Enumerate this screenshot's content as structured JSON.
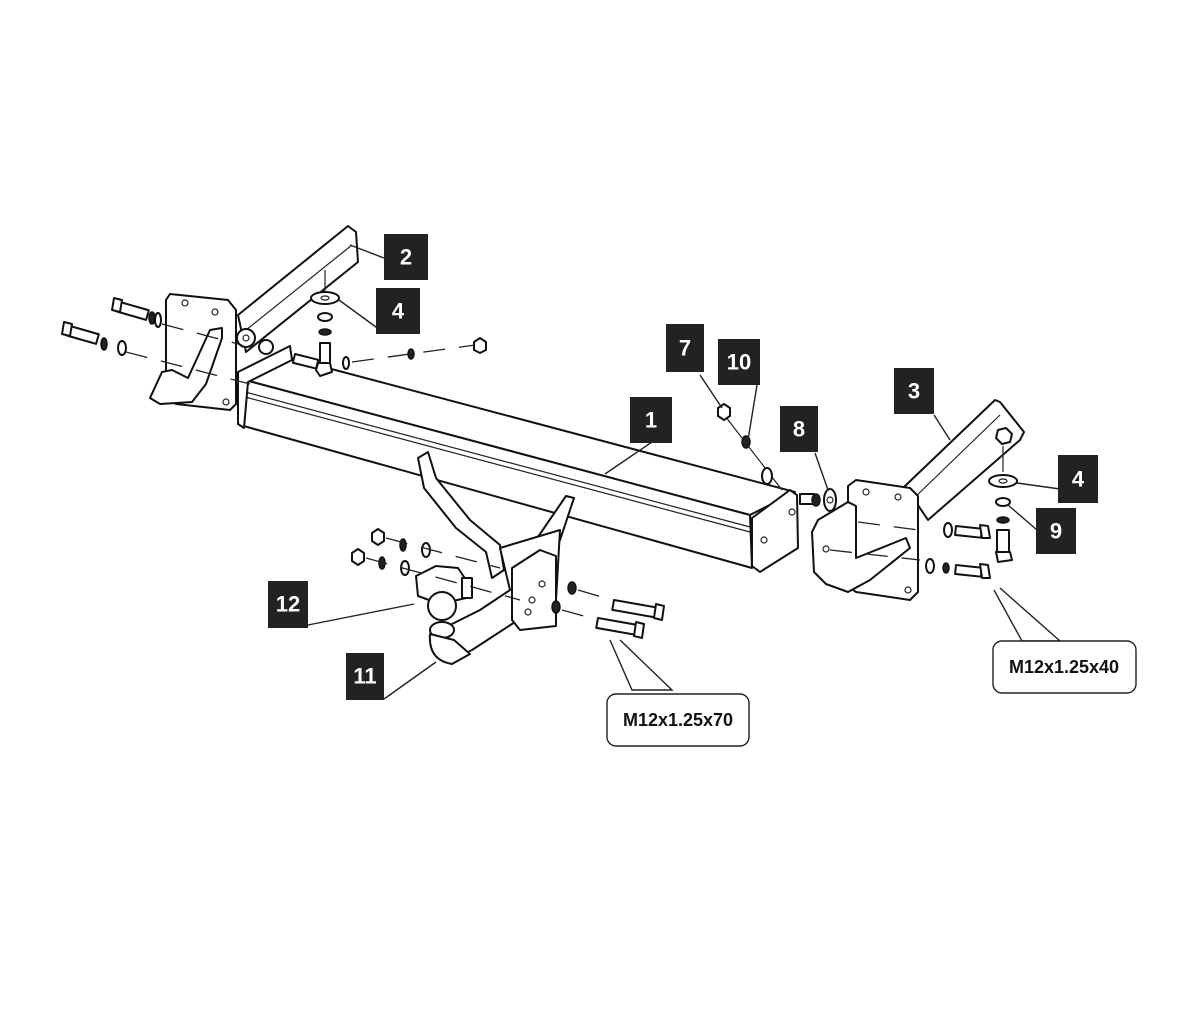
{
  "diagram": {
    "title": "Tow bar assembly exploded view",
    "part_labels": [
      {
        "id": "label-2",
        "text": "2",
        "part": "left-side-bracket"
      },
      {
        "id": "label-4a",
        "text": "4",
        "part": "large-washer-left"
      },
      {
        "id": "label-7",
        "text": "7",
        "part": "nut"
      },
      {
        "id": "label-10",
        "text": "10",
        "part": "spring-washer"
      },
      {
        "id": "label-1",
        "text": "1",
        "part": "main-crossbar"
      },
      {
        "id": "label-8",
        "text": "8",
        "part": "flat-washer"
      },
      {
        "id": "label-3",
        "text": "3",
        "part": "right-side-bracket"
      },
      {
        "id": "label-4b",
        "text": "4",
        "part": "large-washer-right"
      },
      {
        "id": "label-9",
        "text": "9",
        "part": "washer"
      },
      {
        "id": "label-12",
        "text": "12",
        "part": "socket-plate"
      },
      {
        "id": "label-11",
        "text": "11",
        "part": "tow-ball-neck"
      }
    ],
    "bolt_callouts": [
      {
        "id": "callout-70",
        "text": "M12x1.25x70"
      },
      {
        "id": "callout-40",
        "text": "M12x1.25x40"
      }
    ]
  }
}
